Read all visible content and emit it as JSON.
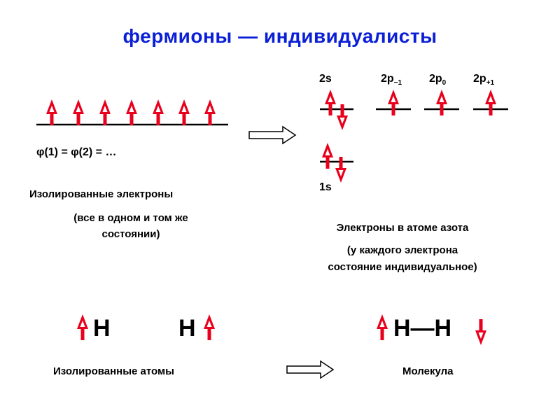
{
  "title": "фермионы  —  индивидуалисты",
  "left_panel": {
    "equation": "φ(1)  =  φ(2)  =  …",
    "caption": "Изолированные электроны",
    "subcaption_line1": "(все в одном и том же",
    "subcaption_line2": "состоянии)"
  },
  "right_panel": {
    "orbital_2s": "2s",
    "orbital_2p_base": "2p",
    "sub_minus1": "−1",
    "sub_0": "0",
    "sub_plus1": "+1",
    "orbital_1s": "1s",
    "caption": "Электроны в атоме азота",
    "subcaption_line1": "(у каждого электрона",
    "subcaption_line2": "состояние индивидуальное)"
  },
  "bottom": {
    "atom_left": "H",
    "atom_right": "H",
    "molecule": "H—H",
    "caption_atoms": "Изолированные атомы",
    "caption_molecule": "Молекула"
  },
  "colors": {
    "title": "#0a1fd6",
    "spin_arrow": "#e8001c",
    "line": "#000000"
  }
}
